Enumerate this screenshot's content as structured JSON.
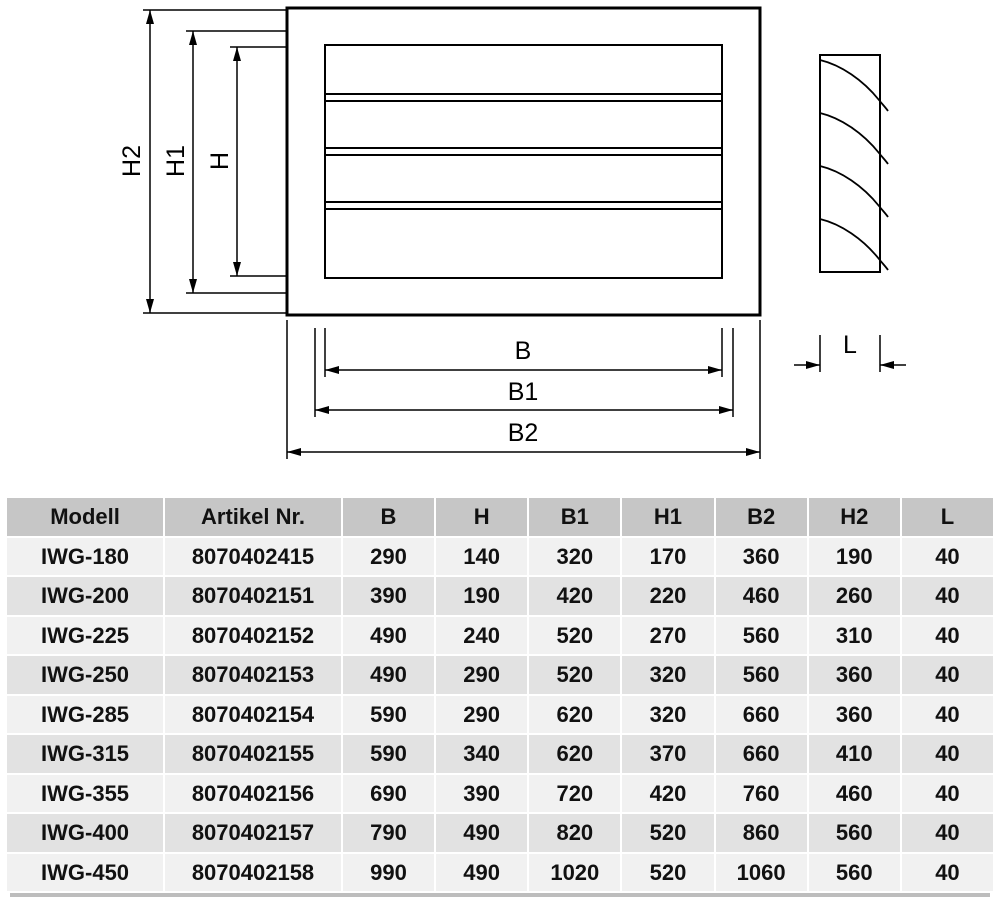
{
  "drawing": {
    "labels": {
      "h2": "H2",
      "h1": "H1",
      "h": "H",
      "b": "B",
      "b1": "B1",
      "b2": "B2",
      "l": "L"
    }
  },
  "table": {
    "headers": [
      "Modell",
      "Artikel Nr.",
      "B",
      "H",
      "B1",
      "H1",
      "B2",
      "H2",
      "L"
    ],
    "rows": [
      [
        "IWG-180",
        "8070402415",
        "290",
        "140",
        "320",
        "170",
        "360",
        "190",
        "40"
      ],
      [
        "IWG-200",
        "8070402151",
        "390",
        "190",
        "420",
        "220",
        "460",
        "260",
        "40"
      ],
      [
        "IWG-225",
        "8070402152",
        "490",
        "240",
        "520",
        "270",
        "560",
        "310",
        "40"
      ],
      [
        "IWG-250",
        "8070402153",
        "490",
        "290",
        "520",
        "320",
        "560",
        "360",
        "40"
      ],
      [
        "IWG-285",
        "8070402154",
        "590",
        "290",
        "620",
        "320",
        "660",
        "360",
        "40"
      ],
      [
        "IWG-315",
        "8070402155",
        "590",
        "340",
        "620",
        "370",
        "660",
        "410",
        "40"
      ],
      [
        "IWG-355",
        "8070402156",
        "690",
        "390",
        "720",
        "420",
        "760",
        "460",
        "40"
      ],
      [
        "IWG-400",
        "8070402157",
        "790",
        "490",
        "820",
        "520",
        "860",
        "560",
        "40"
      ],
      [
        "IWG-450",
        "8070402158",
        "990",
        "490",
        "1020",
        "520",
        "1060",
        "560",
        "40"
      ]
    ]
  },
  "colors": {
    "line": "#000000",
    "table_header_bg": "#c6c6c6",
    "row_bg": "#f1f1f1",
    "row_alt_bg": "#e2e2e2"
  }
}
